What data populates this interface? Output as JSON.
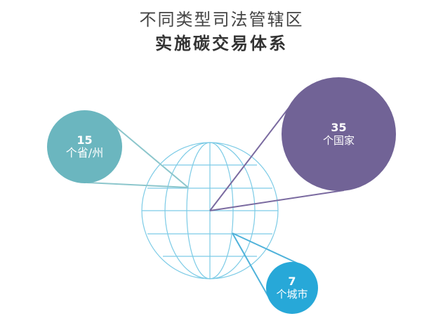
{
  "title": {
    "line1": "不同类型司法管辖区",
    "line2": "实施碳交易体系"
  },
  "bubbles": {
    "provinces": {
      "value": "15",
      "label": "个省/州",
      "color": "#6bb6bf"
    },
    "countries": {
      "value": "35",
      "label": "个国家",
      "color": "#716396"
    },
    "cities": {
      "value": "7",
      "label": "个城市",
      "color": "#27a8d8"
    }
  },
  "globe": {
    "color": "#7ccbe6"
  }
}
